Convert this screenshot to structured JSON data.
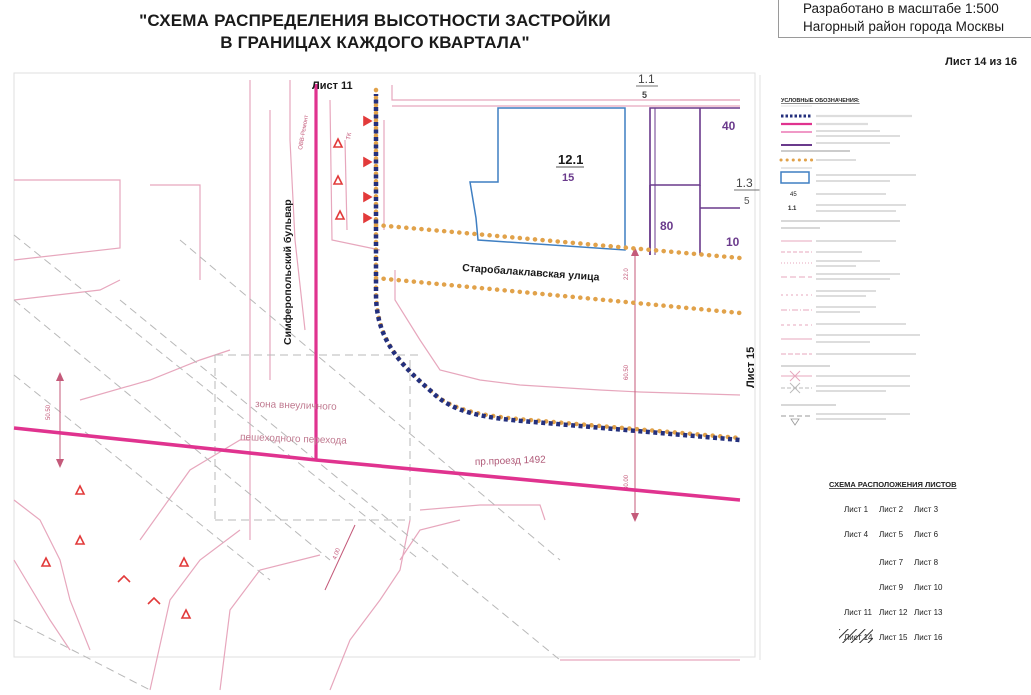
{
  "header": {
    "title_line1": "\"СХЕМА РАСПРЕДЕЛЕНИЯ ВЫСОТНОСТИ ЗАСТРОЙКИ",
    "title_line2": "В ГРАНИЦАХ КАЖДОГО КВАРТАЛА\"",
    "scale_text": "Разработано в масштабе 1:500",
    "district_text": "Нагорный район города Москвы",
    "sheet_number": "Лист 14 из 16"
  },
  "map": {
    "sheet_11_label": "Лист 11",
    "sheet_15_label": "Лист 15",
    "street_simferopolsky": "Симферопольский бульвар",
    "street_starobalaklavskaya": "Старобалаклавская улица",
    "passage_label": "пр.проезд 1492",
    "underpass_line1": "зона внеуличного",
    "underpass_line2": "пешеходного перехода",
    "zone_1_1": "1.1",
    "zone_1_1_height": "5",
    "zone_12_1": "12.1",
    "zone_12_1_height": "15",
    "zone_1_3": "1.3",
    "zone_1_3_height": "5",
    "height_40": "40",
    "height_80": "80",
    "height_10": "10"
  },
  "legend": {
    "title": "УСЛОВНЫЕ ОБОЗНАЧЕНИЯ:",
    "sample_45": "45",
    "sample_1_1": "1.1",
    "sheet_layout_title": "СХЕМА РАСПОЛОЖЕНИЯ ЛИСТОВ",
    "sheets": [
      [
        "Лист 1",
        "Лист 2",
        "Лист 3"
      ],
      [
        "Лист 4",
        "Лист 5",
        "Лист 6"
      ],
      [
        "",
        "Лист 7",
        "Лист 8"
      ],
      [
        "",
        "Лист 9",
        "Лист 10"
      ],
      [
        "Лист 11",
        "Лист 12",
        "Лист 13"
      ],
      [
        "Лист 14",
        "Лист 15",
        "Лист 16"
      ]
    ]
  },
  "colors": {
    "boundary_magenta": "#e0338f",
    "quarter_dots_orange": "#e1a24a",
    "project_dots_navy": "#24307d",
    "zone_blue": "#3f7fc2",
    "zone_purple": "#6a3a8c",
    "marker_red": "#e23a3a",
    "line_light_pink": "#e7a7bd"
  }
}
